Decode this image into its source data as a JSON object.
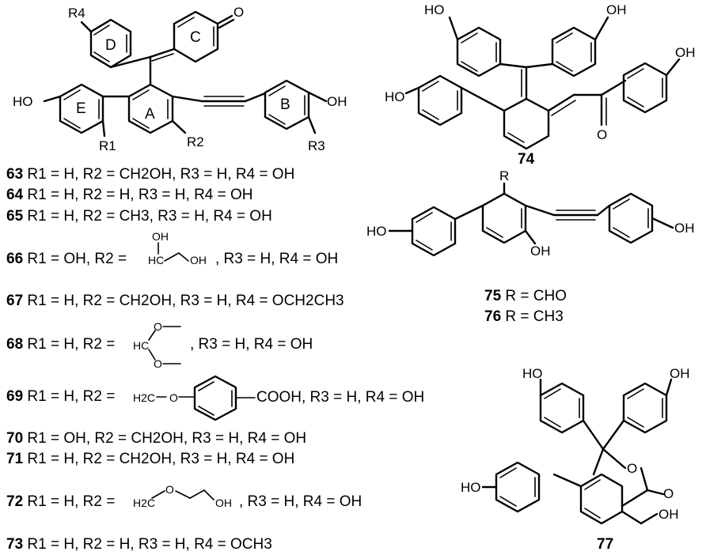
{
  "atoms": {
    "oxo": "O",
    "hydroxyl": "HO",
    "hydroxyl_right": "OH",
    "carbonyl_o": "O",
    "ring_o": "O",
    "r4": "R4",
    "r1": "R1",
    "r2": "R2",
    "r3": "R3",
    "r_sub": "R"
  },
  "ring_labels": {
    "a": "A",
    "b": "B",
    "c": "C",
    "d": "D",
    "e": "E"
  },
  "compounds": [
    {
      "num": "63",
      "text": "R1 = H, R2 = CH2OH, R3 = H, R4 = OH"
    },
    {
      "num": "64",
      "text": "R1 = H, R2 = H, R3 = H, R4 = OH"
    },
    {
      "num": "65",
      "text": "R1 = H, R2 = CH3, R3 = H, R4 = OH"
    },
    {
      "num": "66",
      "text": "R1 = OH, R2 =",
      "text2": ", R3 = H, R4 = OH"
    },
    {
      "num": "67",
      "text": "R1 = H, R2 = CH2OH, R3 = H, R4 = OCH2CH3"
    },
    {
      "num": "68",
      "text": "R1 = H, R2 =",
      "text2": ", R3 = H, R4 = OH"
    },
    {
      "num": "69",
      "text": "R1 = H, R2 =",
      "text2": "COOH, R3 = H, R4 = OH"
    },
    {
      "num": "70",
      "text": "R1 = OH, R2 = CH2OH, R3 = H, R4 = OH"
    },
    {
      "num": "71",
      "text": "R1 = H, R2 = CH2OH, R3 = H, R4 = OH"
    },
    {
      "num": "72",
      "text": "R1 = H, R2 =",
      "text2": ", R3 = H, R4 = OH"
    },
    {
      "num": "73",
      "text": "R1 = H, R2 = H, R3 = H, R4 = OCH3"
    }
  ],
  "fragments": {
    "hc": "HC",
    "oh": "OH",
    "o": "O",
    "h2c": "H2C"
  },
  "labels": {
    "c74": "74",
    "c75": "75",
    "c75_text": "R = CHO",
    "c76": "76",
    "c76_text": "R = CH3",
    "c77": "77"
  }
}
